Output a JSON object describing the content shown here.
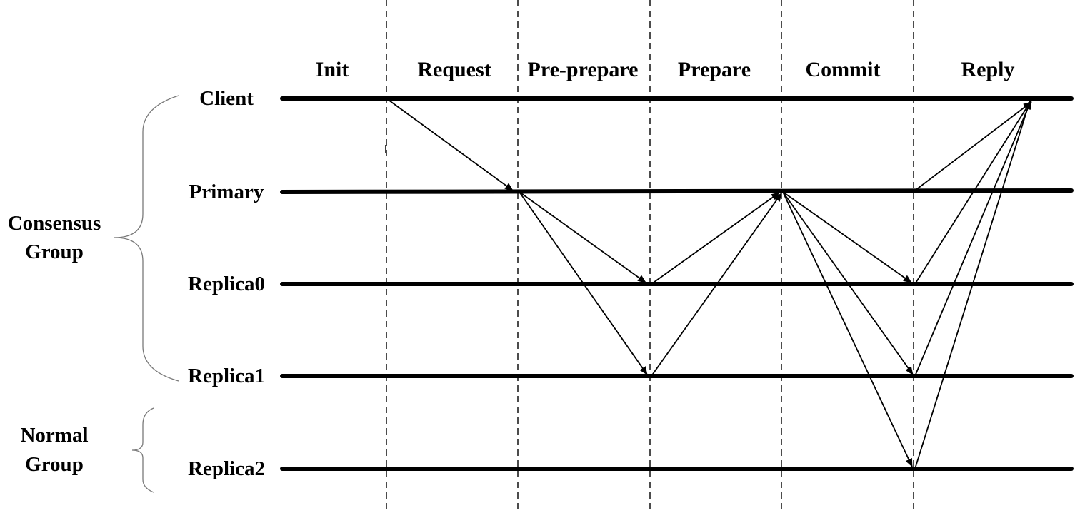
{
  "phases": [
    "Init",
    "Request",
    "Pre-prepare",
    "Prepare",
    "Commit",
    "Reply"
  ],
  "nodes": {
    "client": "Client",
    "primary": "Primary",
    "replica0": "Replica0",
    "replica1": "Replica1",
    "replica2": "Replica2"
  },
  "groups": {
    "consensus": [
      "Consensus",
      "Group"
    ],
    "normal": [
      "Normal",
      "Group"
    ]
  },
  "messages": [
    {
      "phase": "Request",
      "from": "Client",
      "to": "Primary"
    },
    {
      "phase": "Pre-prepare",
      "from": "Primary",
      "to": "Replica0"
    },
    {
      "phase": "Pre-prepare",
      "from": "Primary",
      "to": "Replica1"
    },
    {
      "phase": "Prepare",
      "from": "Replica0",
      "to": "Primary"
    },
    {
      "phase": "Prepare",
      "from": "Replica1",
      "to": "Primary"
    },
    {
      "phase": "Commit",
      "from": "Primary",
      "to": "Replica0"
    },
    {
      "phase": "Commit",
      "from": "Primary",
      "to": "Replica1"
    },
    {
      "phase": "Commit",
      "from": "Primary",
      "to": "Replica2"
    },
    {
      "phase": "Reply",
      "from": "Primary",
      "to": "Client"
    },
    {
      "phase": "Reply",
      "from": "Replica0",
      "to": "Client"
    },
    {
      "phase": "Reply",
      "from": "Replica1",
      "to": "Client"
    },
    {
      "phase": "Reply",
      "from": "Replica2",
      "to": "Client"
    }
  ]
}
